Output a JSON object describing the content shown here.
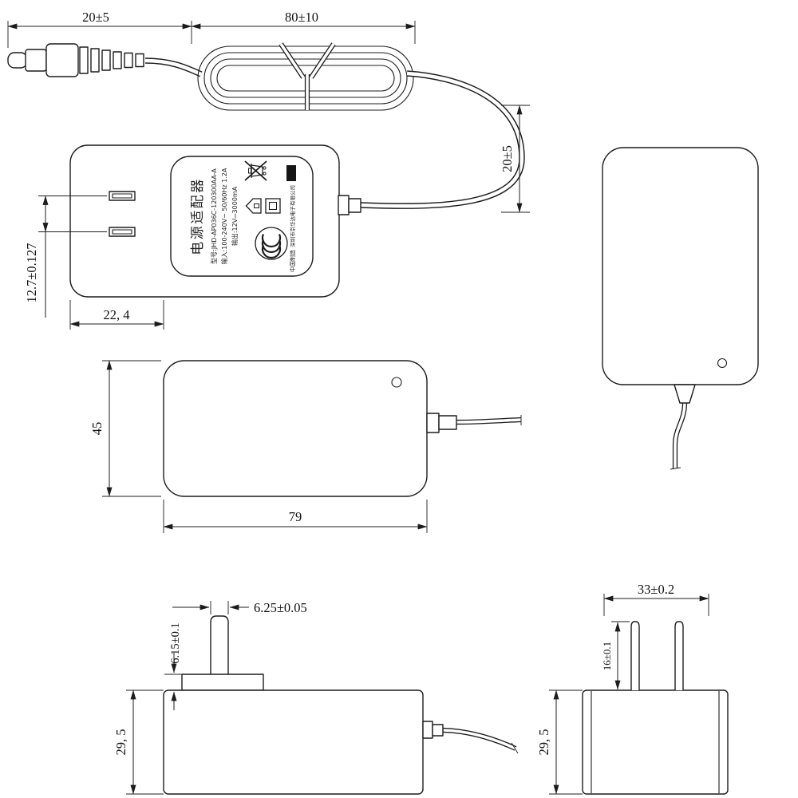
{
  "drawing": {
    "subject": "power-adapter-outline-dimension-drawing"
  },
  "dims": {
    "plug_length": "20±5",
    "coil_length": "80±10",
    "cable_loop_height": "20±5",
    "prong_pitch": "12.7±0.127",
    "prong_offset_width": "22, 4",
    "body_width": "45",
    "body_length": "79",
    "blade_width": "6.25±0.05",
    "boss_height": "6.15±0.1",
    "body_thickness_side": "29, 5",
    "top_face_width": "33±0.2",
    "blade_length": "16±0.1",
    "body_thickness_end": "29, 5"
  },
  "label": {
    "product_name": "电源适配器",
    "model_line": "型号:JHD-AP036C-120300AA-A",
    "input_line": "输入:100-240V~ 50/60Hz 1.2A",
    "output_line": "输出:12V⎓3000mA",
    "manufacturer": "深圳市京华达电子有限公司",
    "origin": "中国制造",
    "icons": [
      "weee-bin-icon",
      "indoor-use-icon",
      "double-insulation-icon",
      "ccc-mark-icon"
    ]
  }
}
